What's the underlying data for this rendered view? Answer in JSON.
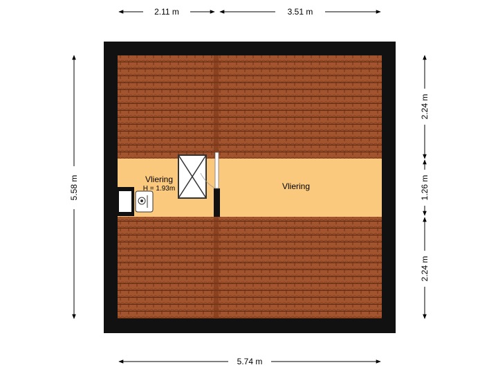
{
  "dimensions": {
    "top_left": "2.11 m",
    "top_right": "3.51 m",
    "bottom": "5.74 m",
    "left": "5.58 m",
    "right_top": "2.24 m",
    "right_middle": "1.26 m",
    "right_bottom": "2.24 m"
  },
  "rooms": {
    "left_name": "Vliering",
    "left_height": "H = 1.93m",
    "right_name": "Vliering"
  },
  "colors": {
    "wall": "#111111",
    "roof_tile": "#a2542f",
    "tile_line": "#5e2a12",
    "floor": "#fbc97e"
  }
}
